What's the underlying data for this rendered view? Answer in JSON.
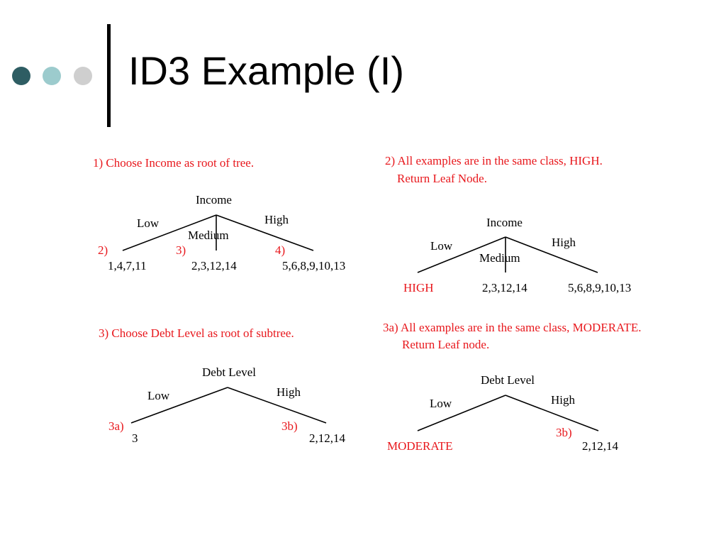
{
  "title": "ID3 Example (I)",
  "colors": {
    "dot1": "#2e5d63",
    "dot2": "#9ccbcd",
    "dot3": "#cfcfcf",
    "annotation": "#e8171c"
  },
  "icons": [
    "bullet-dot-icon",
    "bullet-dot-icon",
    "bullet-dot-icon"
  ],
  "panel1": {
    "caption": "1) Choose Income as root of tree.",
    "root": "Income",
    "branch_low": "Low",
    "branch_medium": "Medium",
    "branch_high": "High",
    "step_low": "2)",
    "step_medium": "3)",
    "step_high": "4)",
    "leaf_low": "1,4,7,11",
    "leaf_medium": "2,3,12,14",
    "leaf_high": "5,6,8,9,10,13"
  },
  "panel2": {
    "caption_line1": "2) All examples are in the same class, HIGH.",
    "caption_line2": "Return Leaf Node.",
    "root": "Income",
    "branch_low": "Low",
    "branch_medium": "Medium",
    "branch_high": "High",
    "leaf_low": "HIGH",
    "leaf_medium": "2,3,12,14",
    "leaf_high": "5,6,8,9,10,13"
  },
  "panel3": {
    "caption": "3) Choose Debt Level as root of subtree.",
    "root": "Debt Level",
    "branch_low": "Low",
    "branch_high": "High",
    "step_low": "3a)",
    "step_high": "3b)",
    "leaf_low": "3",
    "leaf_high": "2,12,14"
  },
  "panel4": {
    "caption_line1": "3a) All examples are in the same class, MODERATE.",
    "caption_line2": "Return Leaf node.",
    "root": "Debt Level",
    "branch_low": "Low",
    "branch_high": "High",
    "step_high": "3b)",
    "leaf_low": "MODERATE",
    "leaf_high": "2,12,14"
  }
}
